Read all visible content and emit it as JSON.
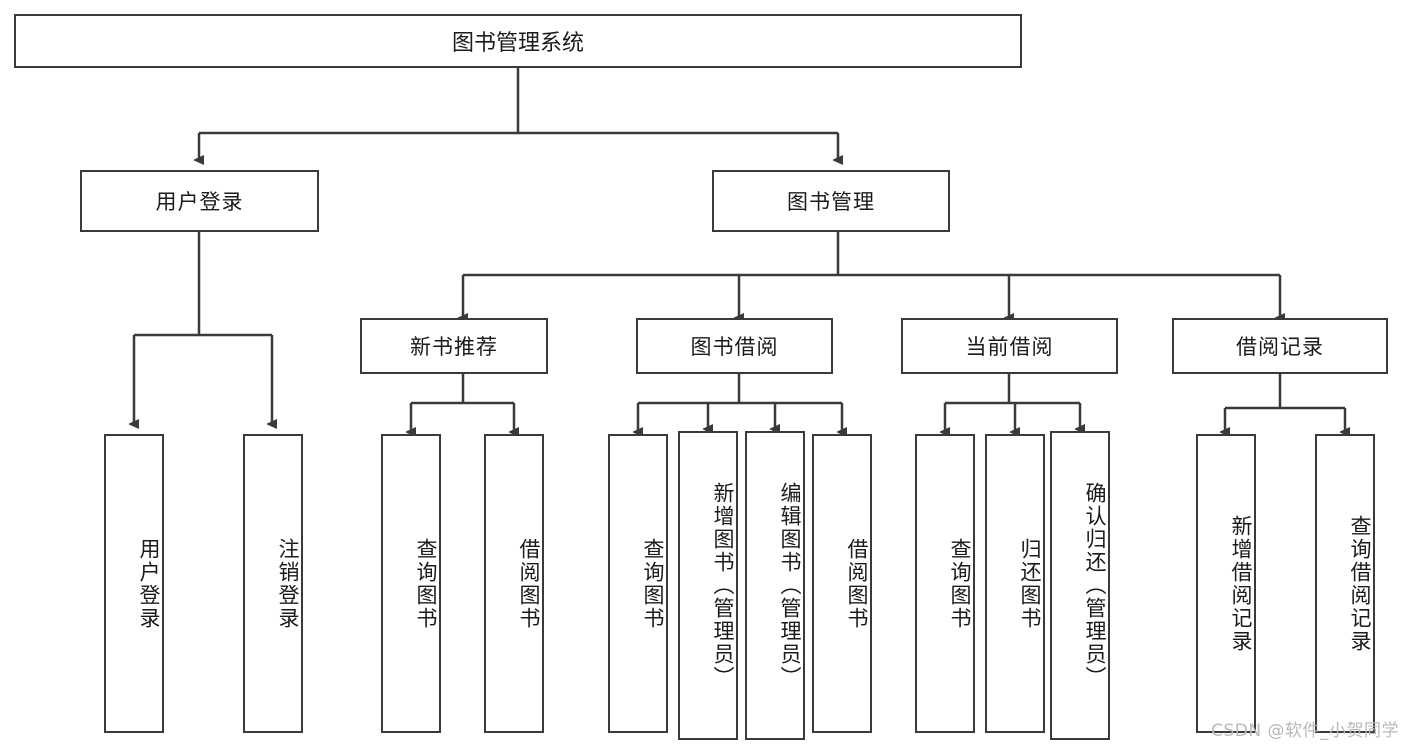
{
  "diagram": {
    "title_node": {
      "label": "图书管理系统"
    },
    "level1": [
      {
        "label": "用户登录"
      },
      {
        "label": "图书管理"
      }
    ],
    "level2": [
      {
        "label": "新书推荐"
      },
      {
        "label": "图书借阅"
      },
      {
        "label": "当前借阅"
      },
      {
        "label": "借阅记录"
      }
    ],
    "leaves": {
      "user_login": [
        {
          "label": "用户登录"
        },
        {
          "label": "注销登录"
        }
      ],
      "new_book_recommend": [
        {
          "label": "查询图书"
        },
        {
          "label": "借阅图书"
        }
      ],
      "book_borrow": [
        {
          "label": "查询图书"
        },
        {
          "label": "新增图书（管理员）"
        },
        {
          "label": "编辑图书（管理员）"
        },
        {
          "label": "借阅图书"
        }
      ],
      "current_borrow": [
        {
          "label": "查询图书"
        },
        {
          "label": "归还图书"
        },
        {
          "label": "确认归还（管理员）"
        }
      ],
      "borrow_record": [
        {
          "label": "新增借阅记录"
        },
        {
          "label": "查询借阅记录"
        }
      ]
    }
  },
  "watermark": {
    "text": "CSDN @软件_小贺同学"
  },
  "colors": {
    "stroke": "#3a3a3a",
    "background": "#ffffff",
    "text": "#1b1b1b",
    "watermark": "#b9b9b9"
  }
}
